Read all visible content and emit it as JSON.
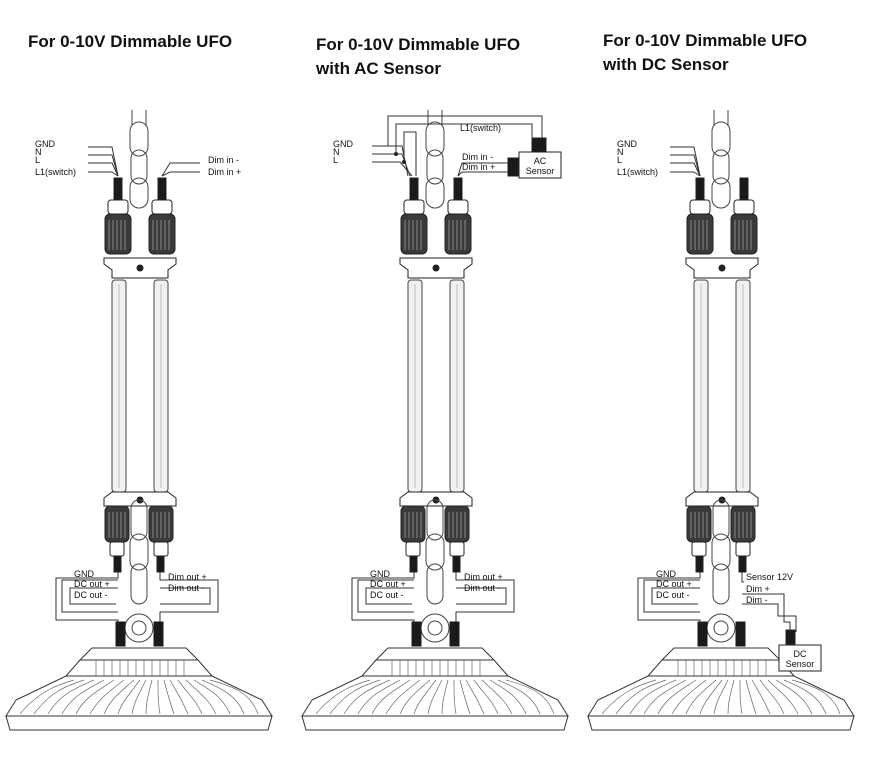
{
  "panels": [
    {
      "title_line1": "For 0-10V Dimmable UFO",
      "title_line2": "",
      "top_left_labels": [
        "GND",
        "N",
        "L",
        "L1(switch)"
      ],
      "top_right_labels": [
        "Dim in -",
        "Dim in +"
      ],
      "bottom_left_labels": [
        "GND",
        "DC out +",
        "DC out -"
      ],
      "bottom_right_labels": [
        "Dim out +",
        "Dim out -"
      ]
    },
    {
      "title_line1": "For 0-10V Dimmable UFO",
      "title_line2": "with AC Sensor",
      "top_left_labels": [
        "GND",
        "N",
        "L"
      ],
      "top_wire_label": "L1(switch)",
      "top_right_labels": [
        "Dim in -",
        "Dim in +"
      ],
      "sensor_box": [
        "AC",
        "Sensor"
      ],
      "bottom_left_labels": [
        "GND",
        "DC out +",
        "DC out -"
      ],
      "bottom_right_labels": [
        "Dim out +",
        "Dim out -"
      ]
    },
    {
      "title_line1": "For 0-10V Dimmable UFO",
      "title_line2": "with DC Sensor",
      "top_left_labels": [
        "GND",
        "N",
        "L",
        "L1(switch)"
      ],
      "bottom_left_labels": [
        "GND",
        "DC out +",
        "DC out -"
      ],
      "bottom_right_labels": [
        "Sensor 12V",
        "Dim +",
        "Dim -"
      ],
      "sensor_box": [
        "DC",
        "Sensor"
      ]
    }
  ],
  "colors": {
    "ink": "#111111",
    "connector_dark": "#222222",
    "tube": "#f2f2f2",
    "line": "#333333"
  }
}
